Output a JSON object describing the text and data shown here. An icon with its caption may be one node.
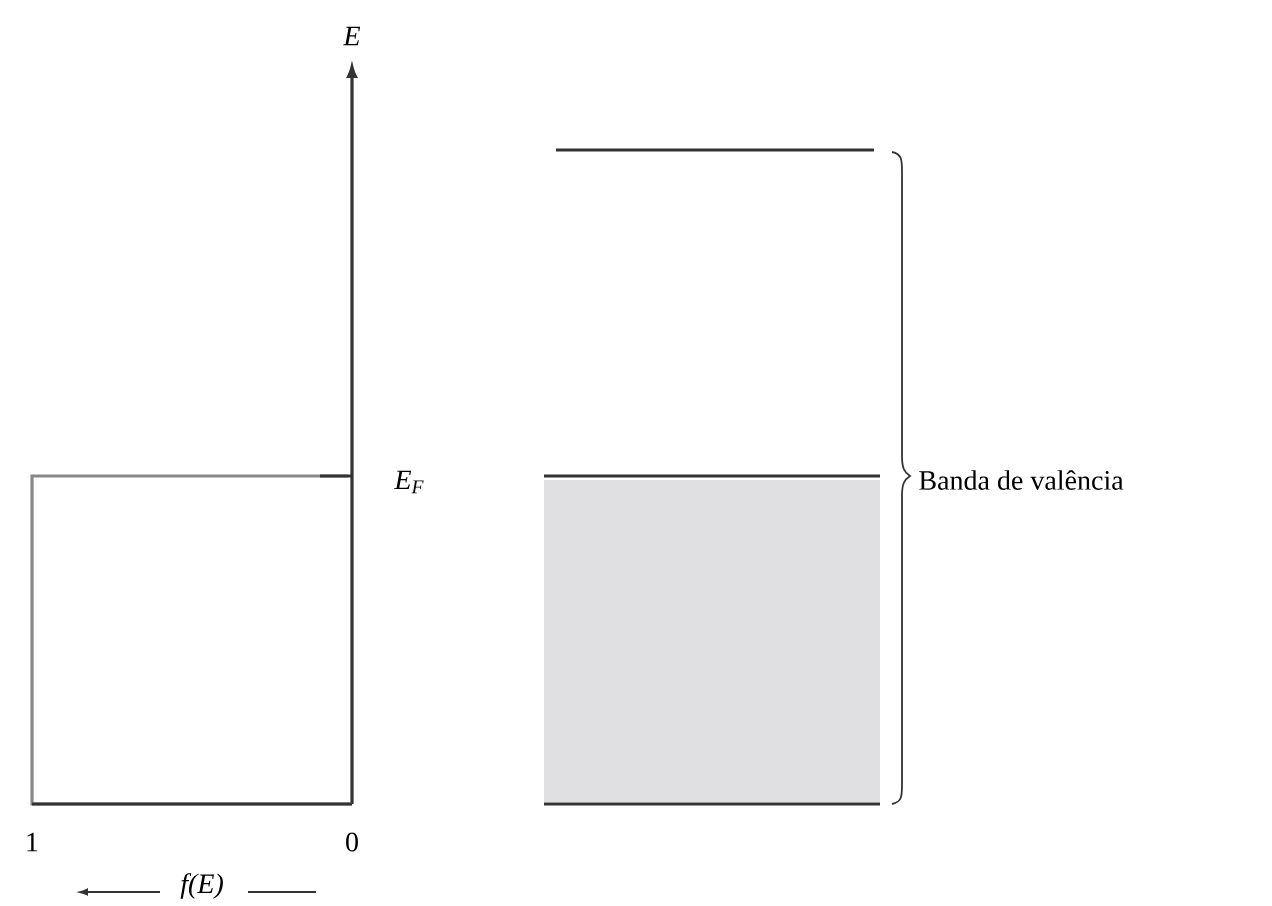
{
  "diagram": {
    "labels": [
      "E",
      "E$_{F}$",
      "1",
      "0",
      "f(E)",
      "Banda de valência"
    ]
  }
}
